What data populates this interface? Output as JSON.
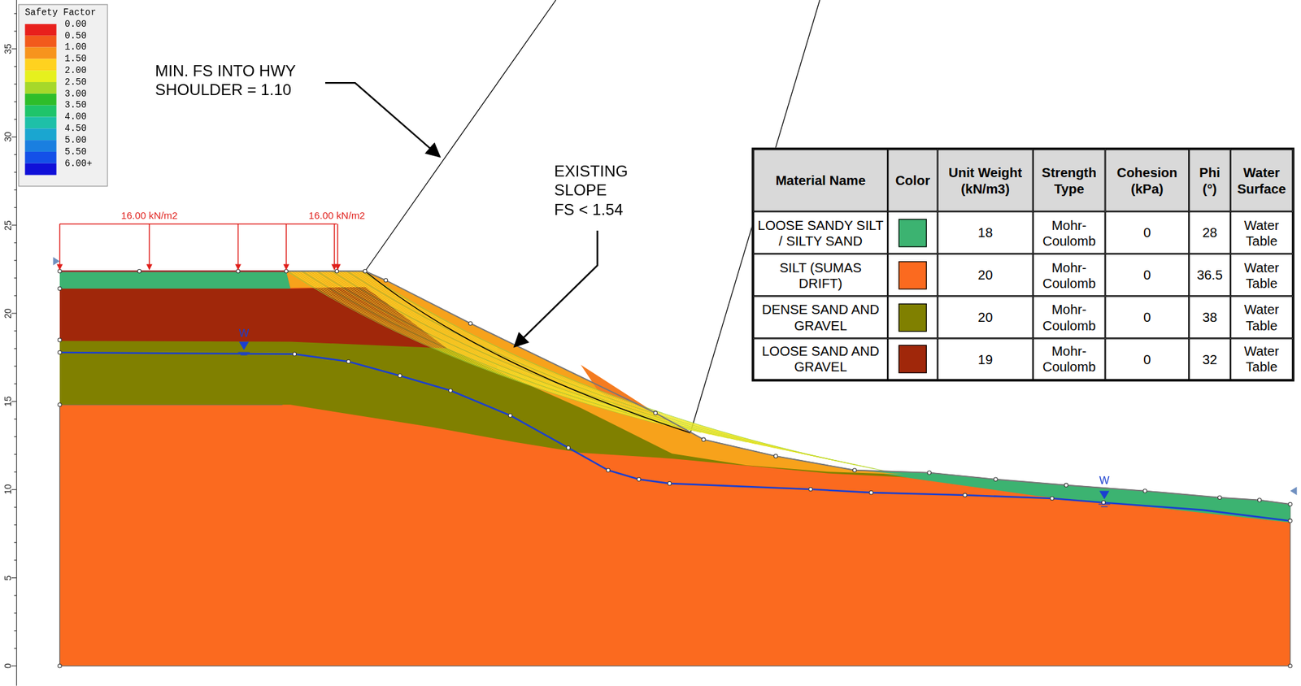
{
  "diagram": {
    "labels": [
      "MIN. FS INTO HWY SHOULDER = 1.10",
      "EXISTING SLOPE FS < 1.54",
      "16.00 kN/m2",
      "16.00 kN/m2",
      "W",
      "W",
      "35",
      "30",
      "25",
      "20",
      "15",
      "10",
      "5",
      "0",
      "Material Name",
      "Color",
      "Unit Weight (kN/m3)",
      "Strength Type",
      "Cohesion (kPa)",
      "Phi (°)",
      "Water Surface",
      "18",
      "Mohr-Coulomb",
      "0",
      "28",
      "Water Table",
      "20",
      "Mohr-Coulomb",
      "0",
      "36.5",
      "Water Table",
      "20",
      "Mohr-Coulomb",
      "0",
      "38",
      "Water Table",
      "19",
      "Mohr-Coulomb",
      "0",
      "32",
      "Water Table",
      "Safety Factor"
    ],
    "legend": [
      {
        "text": "0.00",
        "color": "#e8201c"
      },
      {
        "text": "0.50",
        "color": "#f25a1c"
      },
      {
        "text": "1.00",
        "color": "#f7941d"
      },
      {
        "text": "1.50",
        "color": "#ffd21f"
      },
      {
        "text": "2.00",
        "color": "#e6f01e"
      },
      {
        "text": "2.50",
        "color": "#a6d82a"
      },
      {
        "text": "3.00",
        "color": "#2ebd2a"
      },
      {
        "text": "3.50",
        "color": "#1fc46a"
      },
      {
        "text": "4.00",
        "color": "#1ec0a8"
      },
      {
        "text": "4.50",
        "color": "#1aa6d0"
      },
      {
        "text": "5.00",
        "color": "#1a7fe0"
      },
      {
        "text": "5.50",
        "color": "#1450e8"
      },
      {
        "text": "6.00+",
        "color": "#1010d8"
      },
      {
        "text": "LOOSE SANDY SILT / SILTY SAND",
        "color": "#3cb371"
      },
      {
        "text": "SILT (SUMAS DRIFT)",
        "color": "#fb6a1f"
      },
      {
        "text": "DENSE SAND AND GRAVEL",
        "color": "#808000"
      },
      {
        "text": "LOOSE SAND AND GRAVEL",
        "color": "#a0270a"
      }
    ]
  }
}
